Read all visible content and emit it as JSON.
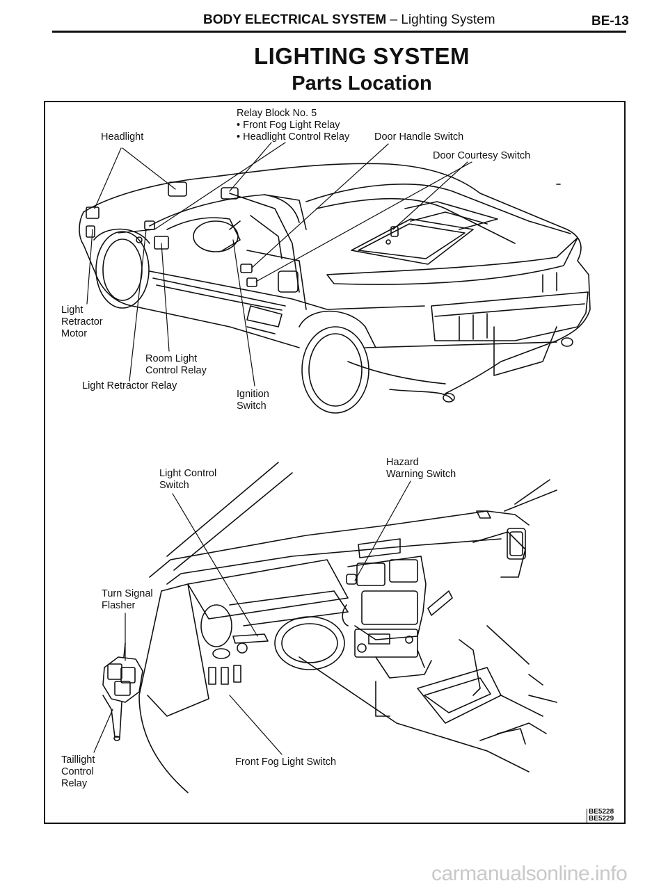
{
  "header": {
    "section_bold": "BODY ELECTRICAL SYSTEM",
    "section_rest": " – Lighting System",
    "page_number": "BE-13"
  },
  "title": "LIGHTING SYSTEM",
  "subtitle": "Parts Location",
  "labels": {
    "relay_block": "Relay Block No. 5\n• Front Fog Light Relay\n• Headlight Control Relay",
    "headlight": "Headlight",
    "door_handle_switch": "Door Handle Switch",
    "door_courtesy_switch": "Door Courtesy Switch",
    "light_retractor_motor": "Light\nRetractor\nMotor",
    "room_light_control_relay": "Room Light\nControl Relay",
    "light_retractor_relay": "Light Retractor Relay",
    "ignition_switch": "Ignition\nSwitch",
    "light_control_switch": "Light Control\nSwitch",
    "hazard_warning_switch": "Hazard\nWarning Switch",
    "turn_signal_flasher": "Turn Signal\nFlasher",
    "taillight_control_relay": "Taillight\nControl\nRelay",
    "front_fog_light_switch": "Front Fog Light Switch"
  },
  "figure_codes": "BE5228\nBE5229",
  "watermark": "carmanualsonline.info"
}
